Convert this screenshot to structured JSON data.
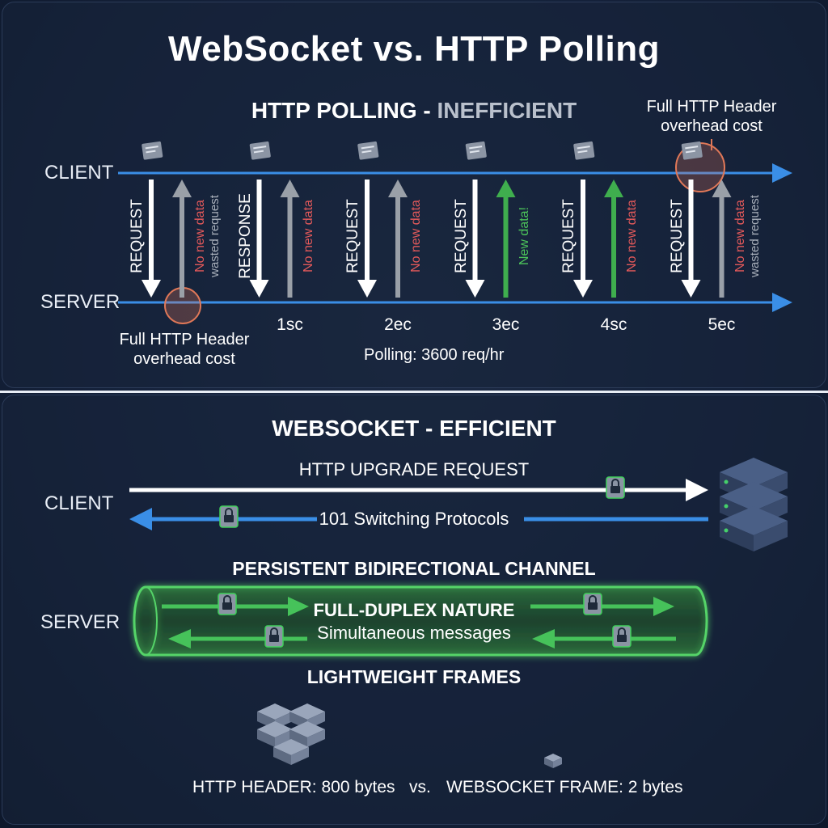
{
  "title": "WebSocket vs. HTTP Polling",
  "polling": {
    "heading_main": "HTTP POLLING - ",
    "heading_emph": "INEFFICIENT",
    "client_label": "CLIENT",
    "server_label": "SERVER",
    "overhead_note_top_l1": "Full HTTP Header",
    "overhead_note_top_l2": "overhead cost",
    "overhead_note_bottom_l1": "Full HTTP Header",
    "overhead_note_bottom_l2": "overhead cost",
    "rate": "Polling: 3600 req/hr",
    "cycles": [
      {
        "down": "REQUEST",
        "up": "No new data",
        "sub": "wasted request",
        "tick": "",
        "up_color": "#e3595a",
        "arrow_color": "#9aa0a8"
      },
      {
        "down": "RESPONSE",
        "up": "No new data",
        "sub": "",
        "tick": "1sc",
        "up_color": "#e3595a",
        "arrow_color": "#9aa0a8"
      },
      {
        "down": "REQUEST",
        "up": "No new data",
        "sub": "",
        "tick": "2ec",
        "up_color": "#e3595a",
        "arrow_color": "#9aa0a8"
      },
      {
        "down": "REQUEST",
        "up": "New data!",
        "sub": "",
        "tick": "3ec",
        "up_color": "#4cc45a",
        "arrow_color": "#3fae4e"
      },
      {
        "down": "REQUEST",
        "up": "No new data",
        "sub": "",
        "tick": "4sc",
        "up_color": "#e3595a",
        "arrow_color": "#3fae4e"
      },
      {
        "down": "REQUEST",
        "up": "No new data",
        "sub": "wasted request",
        "tick": "5ec",
        "up_color": "#e3595a",
        "arrow_color": "#9aa0a8"
      }
    ]
  },
  "websocket": {
    "heading": "WEBSOCKET - EFFICIENT",
    "client_label": "CLIENT",
    "server_label": "SERVER",
    "upgrade_request": "HTTP UPGRADE REQUEST",
    "switching": "101 Switching Protocols",
    "channel_label": "PERSISTENT BIDIRECTIONAL CHANNEL",
    "duplex_title": "FULL-DUPLEX NATURE",
    "duplex_sub": "Simultaneous messages",
    "frames_label": "LIGHTWEIGHT FRAMES",
    "http_header_size": "HTTP HEADER: 800 bytes",
    "vs": "vs.",
    "frame_size": "WEBSOCKET FRAME: 2 bytes"
  },
  "colors": {
    "blue": "#3a8ee6",
    "green": "#46c25a",
    "red": "#e3595a",
    "gray": "#9aa0a8",
    "white": "#ffffff"
  }
}
